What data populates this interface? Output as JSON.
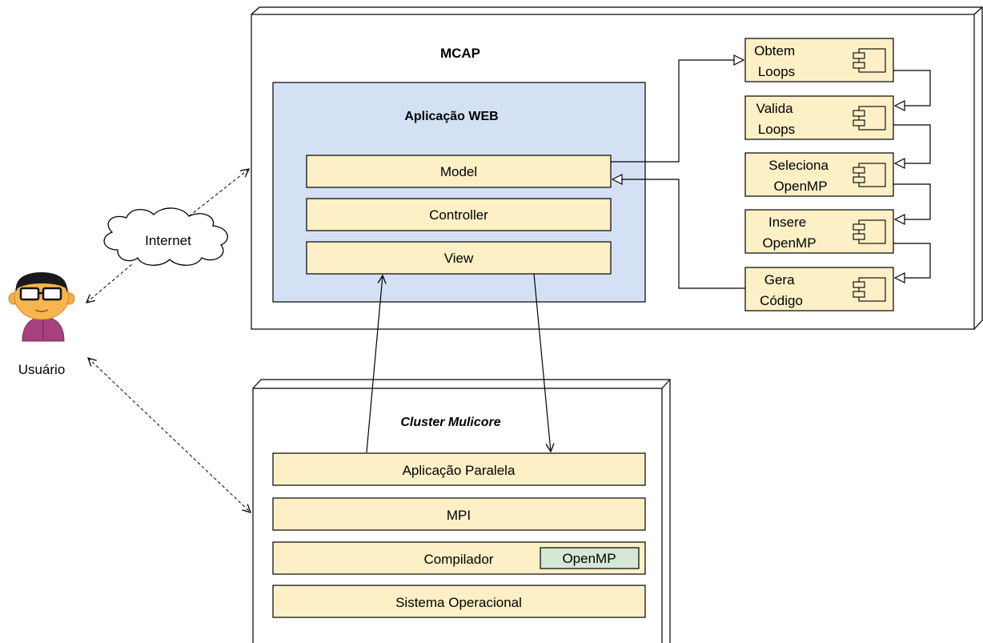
{
  "mcap": {
    "title": "MCAP",
    "web_app": {
      "title": "Aplicação WEB",
      "layers": [
        "Model",
        "Controller",
        "View"
      ]
    },
    "components": [
      [
        "Obtem",
        "Loops"
      ],
      [
        "Valida",
        "Loops"
      ],
      [
        "Seleciona",
        "OpenMP"
      ],
      [
        "Insere",
        "OpenMP"
      ],
      [
        "Gera",
        "Código"
      ]
    ]
  },
  "user": {
    "label": "Usuário"
  },
  "cloud": {
    "label": "Internet"
  },
  "cluster": {
    "title": "Cluster Mulicore",
    "layers": [
      "Aplicação Paralela",
      "MPI",
      "Compilador",
      "Sistema Operacional"
    ],
    "compiler_badge": "OpenMP"
  },
  "colors": {
    "box_fill": "#fdf0c6",
    "web_fill": "#d4e1f5",
    "badge_fill": "#d5e8d4",
    "stroke": "#000000"
  }
}
